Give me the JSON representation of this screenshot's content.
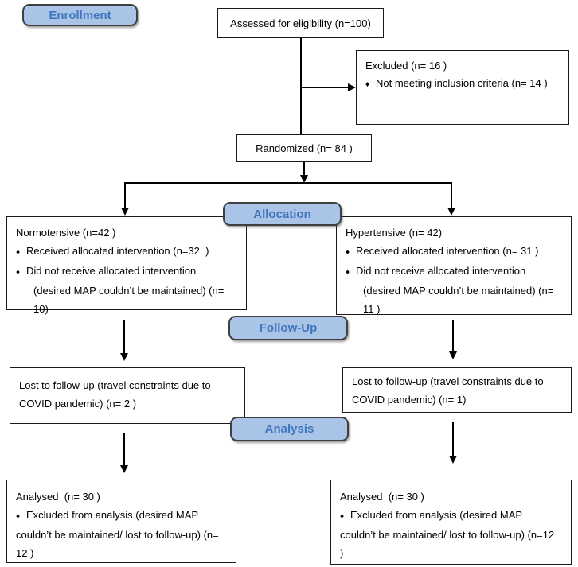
{
  "glyphs": {
    "bullet": "♦"
  },
  "colors": {
    "label-fill": "#a9c4e6",
    "label-border": "#3f3f3f",
    "label-text": "#4076bd",
    "box-border": "#1a1a1a",
    "line-color": "#000000"
  },
  "stages": {
    "enrollment": "Enrollment",
    "allocation": "Allocation",
    "follow_up": "Follow-Up",
    "analysis": "Analysis"
  },
  "boxes": {
    "assessed": {
      "text": "Assessed for eligibility (n=100)"
    },
    "excluded": {
      "title": "Excluded (n= 16 )",
      "bullets": [
        "Not meeting inclusion criteria (n= 14 )"
      ]
    },
    "randomized": {
      "text": "Randomized (n= 84 )"
    },
    "normotensive": {
      "title": "Normotensive (n=42 )",
      "bullets": [
        "Received allocated intervention (n=32  )",
        "Did not receive allocated intervention"
      ],
      "continuation": [
        "(desired MAP couldn’t be maintained) (n=",
        "10)"
      ]
    },
    "hypertensive": {
      "title": "Hypertensive (n= 42)",
      "bullets": [
        "Received allocated intervention (n= 31 )",
        "Did not receive allocated intervention"
      ],
      "continuation": [
        "(desired MAP couldn’t be maintained) (n=",
        "11 )"
      ]
    },
    "lost_left": {
      "lines": [
        "Lost to follow-up (travel constraints due to",
        "COVID pandemic) (n= 2 )"
      ]
    },
    "lost_right": {
      "lines": [
        "Lost to follow-up (travel constraints due to",
        "COVID pandemic) (n= 1)"
      ]
    },
    "analysed_left": {
      "title": "Analysed  (n= 30 )",
      "bullets": [
        "Excluded from analysis (desired MAP"
      ],
      "flush": [
        "couldn’t be maintained/ lost to follow-up) (n=",
        "12 )"
      ]
    },
    "analysed_right": {
      "title": "Analysed  (n= 30 )",
      "bullets": [
        "Excluded from analysis (desired MAP"
      ],
      "flush": [
        "couldn’t be maintained/ lost to follow-up) (n=12",
        ")"
      ]
    }
  }
}
